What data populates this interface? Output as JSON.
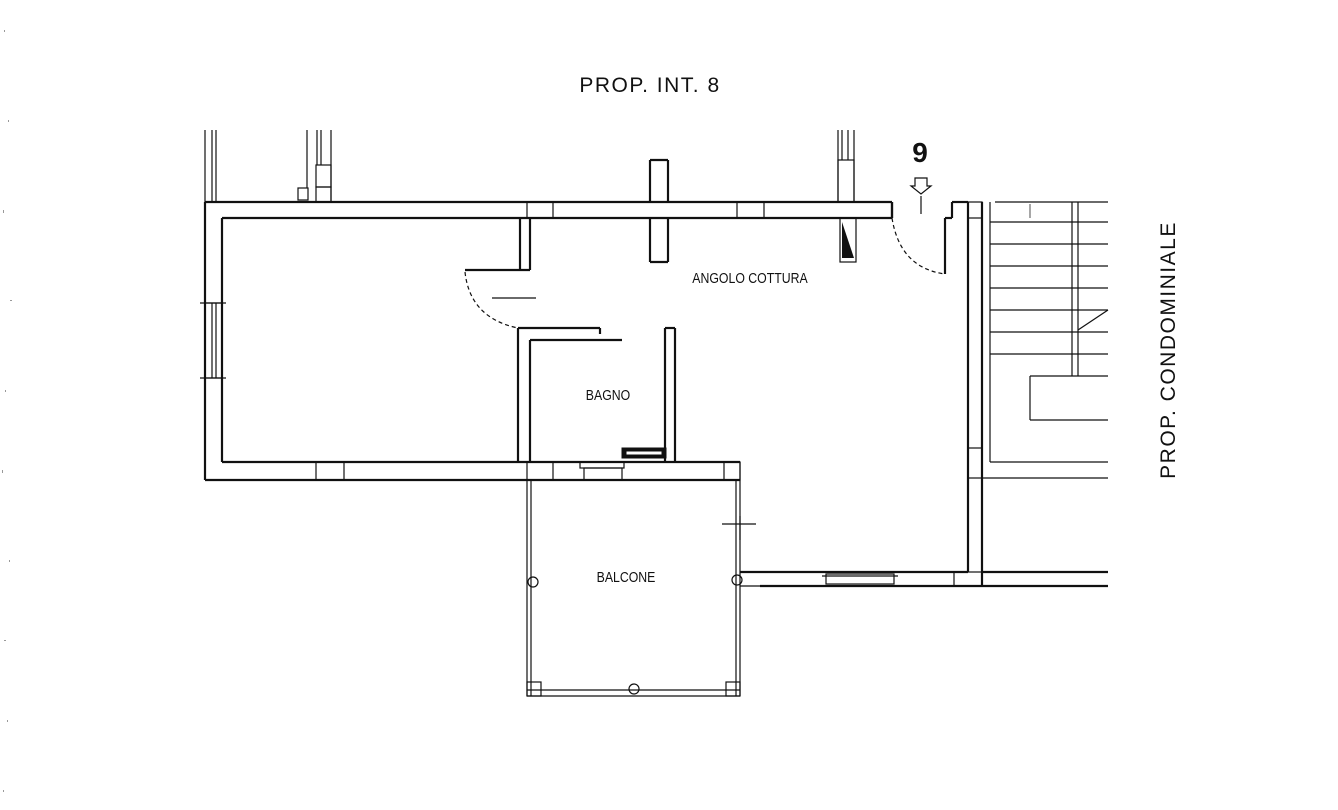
{
  "labels": {
    "top_neighbor": "PROP. INT. 8",
    "side_neighbor": "PROP. CONDOMINIALE",
    "unit_number": "9"
  },
  "rooms": {
    "kitchen": "ANGOLO COTTURA",
    "bathroom": "BAGNO",
    "balcony": "BALCONE"
  },
  "icons": {
    "entrance": "down-arrow-icon"
  }
}
